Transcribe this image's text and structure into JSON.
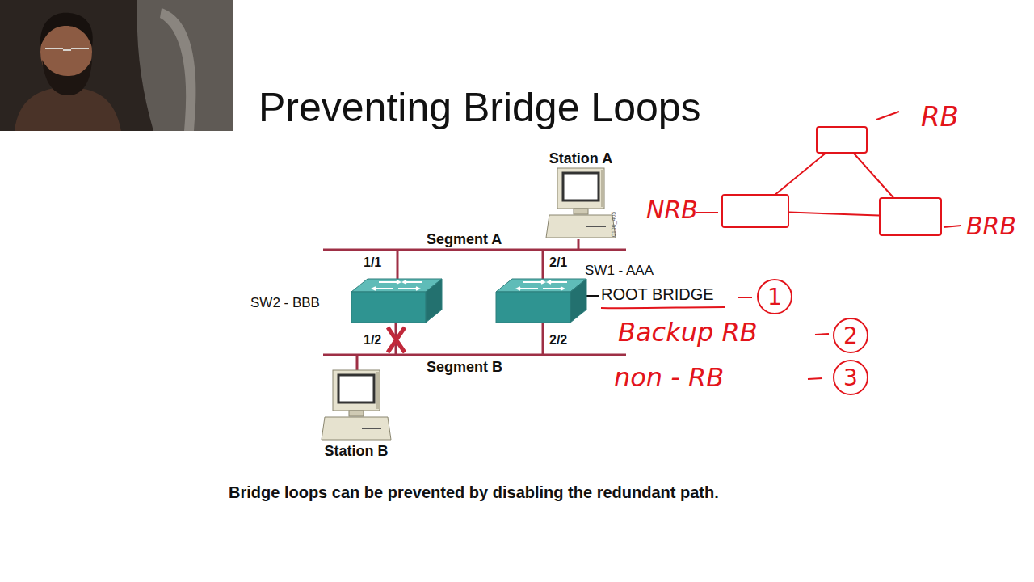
{
  "diagram": {
    "title": "Preventing Bridge Loops",
    "caption": "Bridge loops can be prevented by disabling the redundant path.",
    "nodes": [
      {
        "text": [
          "RB"
        ]
      },
      {
        "text": [
          "NRB"
        ]
      },
      {
        "text": [
          "BRB"
        ]
      },
      {
        "text": [
          "Station A"
        ]
      },
      {
        "text": [
          "SW2 - BBB"
        ]
      },
      {
        "text": [
          "SW1 - AAA"
        ]
      },
      {
        "text": [
          "1"
        ]
      },
      {
        "text": [
          "2"
        ]
      },
      {
        "text": [
          "3"
        ]
      },
      {
        "text": [
          "Station B"
        ]
      }
    ],
    "edges": [
      {
        "from": 0,
        "to": 1,
        "arrow": "none"
      },
      {
        "from": 0,
        "to": 2,
        "arrow": "none"
      },
      {
        "from": 1,
        "to": 2,
        "arrow": "none"
      }
    ],
    "labels": [
      "0100_405",
      "Segment A",
      "1/1",
      "2/1",
      "ROOT BRIDGE",
      "Backup RB",
      "1/2",
      "2/2",
      "Segment B",
      "non - RB"
    ]
  }
}
